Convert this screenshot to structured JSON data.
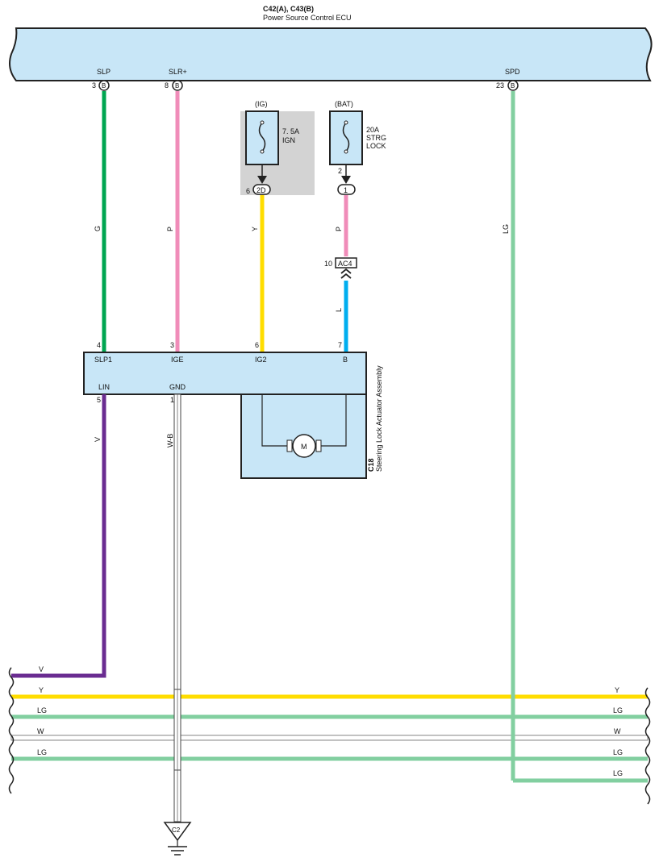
{
  "ecu": {
    "connector_title": "C42(A), C43(B)",
    "name": "Power Source Control ECU",
    "pins": [
      {
        "label": "SLP",
        "number": "3",
        "connector": "B"
      },
      {
        "label": "SLR+",
        "number": "8",
        "connector": "B"
      },
      {
        "label": "SPD",
        "number": "23",
        "connector": "B"
      }
    ]
  },
  "fuses": [
    {
      "source": "(IG)",
      "rating": "7. 5A",
      "name": "IGN",
      "out_pin": "6",
      "junction": "2D"
    },
    {
      "source": "(BAT)",
      "rating": "20A",
      "name": "STRG",
      "name2": "LOCK",
      "out_pin": "2",
      "junction": "1"
    }
  ],
  "inline_connector": {
    "pin": "10",
    "id": "AC4"
  },
  "wire_colors": {
    "G": "#00a651",
    "P": "#f08cb9",
    "Y": "#ffdd00",
    "L": "#00aeef",
    "LG": "#82cfa0",
    "V": "#6a2c91",
    "W": "#ffffff",
    "W-B": "#ffffff"
  },
  "wire_labels": {
    "slp": "G",
    "slr": "P",
    "ig": "Y",
    "bat": "P",
    "bat_low": "L",
    "spd": "LG",
    "lin": "V",
    "gnd": "W-B"
  },
  "actuator": {
    "connector": "C18",
    "name": "Steering Lock Actuator Assembly",
    "motor": "M",
    "pins_top": [
      {
        "number": "4",
        "label": "SLP1"
      },
      {
        "number": "3",
        "label": "IGE"
      },
      {
        "number": "6",
        "label": "IG2"
      },
      {
        "number": "7",
        "label": "B"
      }
    ],
    "pins_bottom": [
      {
        "number": "5",
        "label": "LIN"
      },
      {
        "number": "1",
        "label": "GND"
      }
    ]
  },
  "bus_lines": [
    {
      "left": "V",
      "right": ""
    },
    {
      "left": "Y",
      "right": "Y"
    },
    {
      "left": "LG",
      "right": "LG"
    },
    {
      "left": "W",
      "right": "W"
    },
    {
      "left": "LG",
      "right": "LG"
    },
    {
      "left": "",
      "right": "LG"
    }
  ],
  "ground": {
    "id": "C2"
  }
}
